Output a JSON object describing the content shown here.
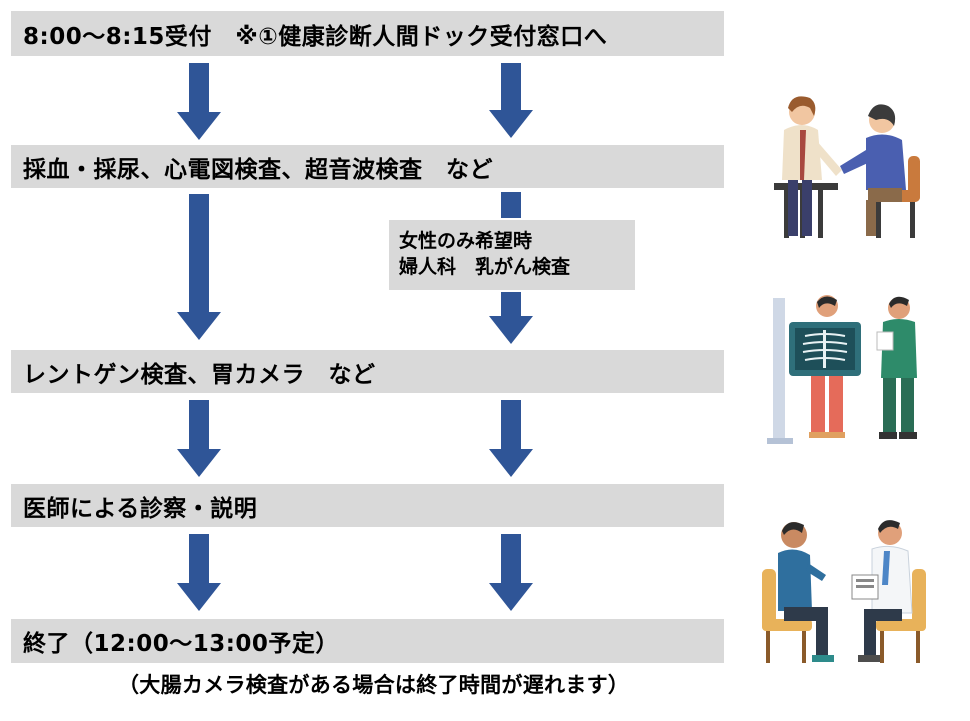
{
  "steps": [
    {
      "id": "reception",
      "text": "8:00～8:15受付　※①健康診断人間ドック受付窓口へ"
    },
    {
      "id": "exam1",
      "text": "採血・採尿、心電図検査、超音波検査　など"
    },
    {
      "id": "exam2",
      "text": "レントゲン検査、胃カメラ　など"
    },
    {
      "id": "consult",
      "text": "医師による診察・説明"
    },
    {
      "id": "end",
      "text": "終了（12:00～13:00予定）"
    }
  ],
  "note": {
    "line1": "女性のみ希望時",
    "line2": "婦人科　乳がん検査"
  },
  "footer": "（大腸カメラ検査がある場合は終了時間が遅れます）",
  "colors": {
    "box": "#d9d9d9",
    "arrow": "#2f5597"
  },
  "illustrations": [
    "blood-draw-illustration",
    "xray-illustration",
    "doctor-consultation-illustration"
  ]
}
